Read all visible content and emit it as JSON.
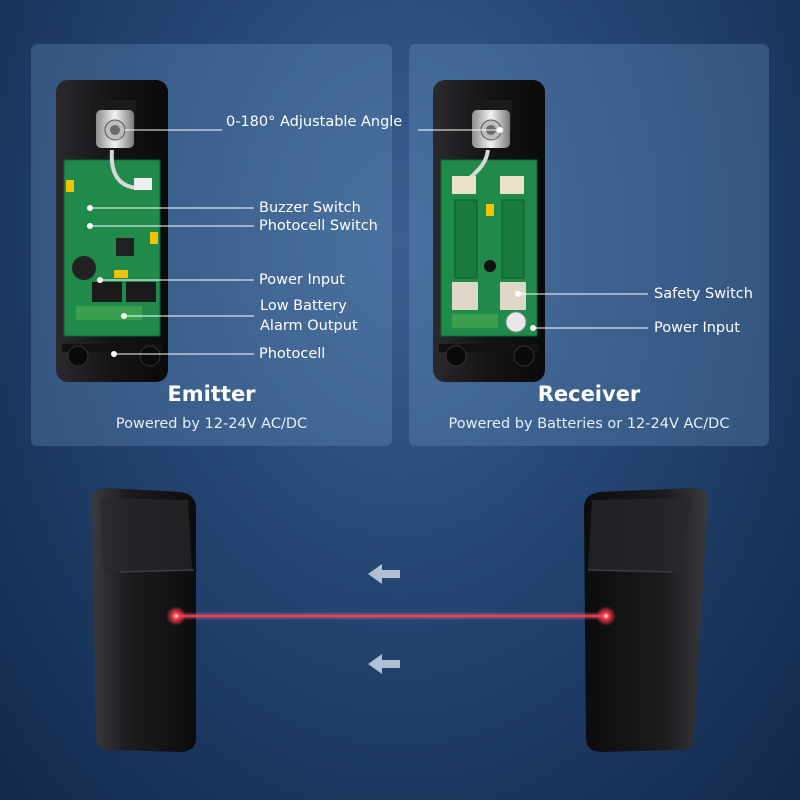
{
  "emitter": {
    "title": "Emitter",
    "subtitle": "Powered by 12-24V AC/DC",
    "labels": {
      "angle": "0-180° Adjustable Angle",
      "buzzer": "Buzzer Switch",
      "photocell_switch": "Photocell Switch",
      "power_input": "Power Input",
      "low_battery_1": "Low Battery",
      "low_battery_2": "Alarm Output",
      "photocell": "Photocell"
    }
  },
  "receiver": {
    "title": "Receiver",
    "subtitle": "Powered by  Batteries or 12-24V AC/DC",
    "labels": {
      "safety_switch": "Safety Switch",
      "power_input": "Power Input"
    }
  },
  "colors": {
    "pcb": "#1f8a4a",
    "laser": "#ff2a3a",
    "accent_text": "#ffffff"
  }
}
